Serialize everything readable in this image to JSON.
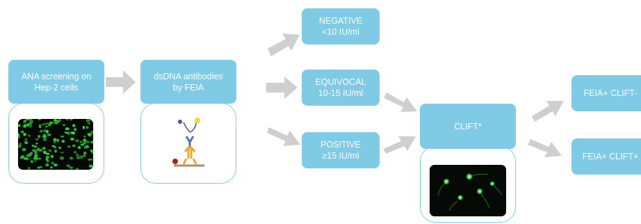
{
  "colors": {
    "box": "#7fcbe6",
    "arrow": "#cfcfcf",
    "fluorescence": "#39d84a"
  },
  "nodes": {
    "ana": {
      "line1": "ANA screening on",
      "line2": "Hep-2 cells"
    },
    "dsdna": {
      "line1": "dsDNA antibodies",
      "line2": "by FEIA"
    },
    "negative": {
      "line1": "NEGATIVE",
      "line2": "<10 IU/ml"
    },
    "equivocal": {
      "line1": "EQUIVOCAL",
      "line2": "10-15 IU/ml"
    },
    "positive": {
      "line1": "POSITIVE",
      "line2": "≥15 IU/ml"
    },
    "clift": {
      "label": "CLIFT*"
    },
    "feia_neg": {
      "label": "FEIA+ CLIFT-"
    },
    "feia_pos": {
      "label": "FEIA+ CLIFT+"
    }
  },
  "images": {
    "ana": "hep-2-cells-fluorescence-image",
    "dsdna": "antibody-binding-icon",
    "clift": "crithidia-fluorescence-image"
  }
}
